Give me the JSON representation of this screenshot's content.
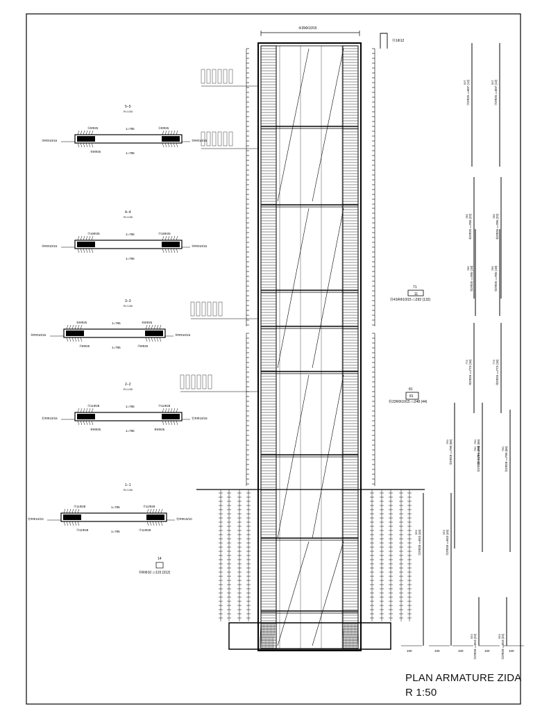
{
  "drawing": {
    "title": "PLAN ARMATURE ZIDA",
    "scale": "R 1:50"
  },
  "sections": [
    {
      "id": "section-5-5",
      "label": "5−5",
      "scale": "R=1:50",
      "callouts": [
        "①8Φ25",
        "①8Φ25",
        "③RΦ10/15",
        "⑨RΦ10/15",
        "⑥8Φ25"
      ],
      "dims": [
        "1=785",
        "1=785"
      ]
    },
    {
      "id": "section-4-4",
      "label": "4−4",
      "scale": "R=1:50",
      "callouts": [
        "⑦16Φ25",
        "⑦16Φ25",
        "⑨RΦ10/15",
        "⑨RΦ10/15"
      ],
      "dims": [
        "1=785",
        "1=785"
      ]
    },
    {
      "id": "section-3-3",
      "label": "3−3",
      "scale": "R=1:50",
      "callouts": [
        "⑥8Φ25",
        "⑥8Φ25",
        "⑨RΦ10/15",
        "⑨RΦ10/15",
        "⑦8Φ25",
        "⑦8Φ25"
      ],
      "dims": [
        "1=785",
        "1=785"
      ]
    },
    {
      "id": "section-2-2",
      "label": "2−2",
      "scale": "R=1:50",
      "callouts": [
        "⑦11Φ28",
        "⑦11Φ28",
        "⑪RΦ10/15",
        "⑪RΦ10/15",
        "⑧8Φ25",
        "⑧8Φ25"
      ],
      "dims": [
        "1=785",
        "1=785"
      ]
    },
    {
      "id": "section-1-1",
      "label": "1−1",
      "scale": "R=1:50",
      "callouts": [
        "⑦11Φ28",
        "⑦11Φ28",
        "⑫RΦ10/10",
        "⑫RΦ10/10",
        "⑦11Φ28",
        "⑦11Φ28"
      ],
      "dims": [
        "1=785",
        "1=785"
      ]
    }
  ],
  "stirrup_note": {
    "mark": "14",
    "text": "⑭RΦ10 ▭115 (312)"
  },
  "top_callouts": {
    "top_bar": "⑨39Φ10/15",
    "hook": "⑪1Φ12"
  },
  "stirrup_details": [
    {
      "dim_a": "71",
      "dim_b": "11",
      "text": "⑬41RΦ10/15 ▭292 (132)"
    },
    {
      "dim_a": "81",
      "dim_b": "81",
      "text": "⑮22RΦ10/15 ▭248 (44)"
    }
  ],
  "bar_schedule": [
    {
      "label": "⑦2Φ25 ▭507 (12)",
      "length": "507"
    },
    {
      "label": "⑦2Φ25 ▭507 (12)",
      "length": "507"
    },
    {
      "label": "⑥2Φ25 ▭785 (22)",
      "length": "785"
    },
    {
      "label": "⑥2Φ25 ▭785 (22)",
      "length": "785"
    },
    {
      "label": "⑤2Φ25 ▭785 (18)",
      "length": "785"
    },
    {
      "label": "⑤2Φ25 ▭785 (18)",
      "length": "785"
    },
    {
      "label": "④2Φ25 ▭773 (16)",
      "length": "773"
    },
    {
      "label": "④2Φ25 ▭773 (16)",
      "length": "773"
    },
    {
      "label": "③2Φ28 ▭790 (66)",
      "length": "790"
    },
    {
      "label": "③2Φ28 ▭790 (66)",
      "length": "790"
    },
    {
      "label": "②2Φ28 ▭790 (66)",
      "length": "790"
    },
    {
      "label": "②2Φ28 ▭790 (66)",
      "length": "790"
    },
    {
      "label": "①2Φ28 ▭553 (44)",
      "length": "553"
    },
    {
      "label": "①2Φ28 ▭553 (44)",
      "length": "553"
    },
    {
      "label": "①2Φ28 ▭553 (22)",
      "length": "553"
    },
    {
      "label": "①2Φ28 ▭553 (22)",
      "length": "553"
    }
  ],
  "bottom_dims": [
    "100",
    "100",
    "100",
    "100",
    "100"
  ]
}
